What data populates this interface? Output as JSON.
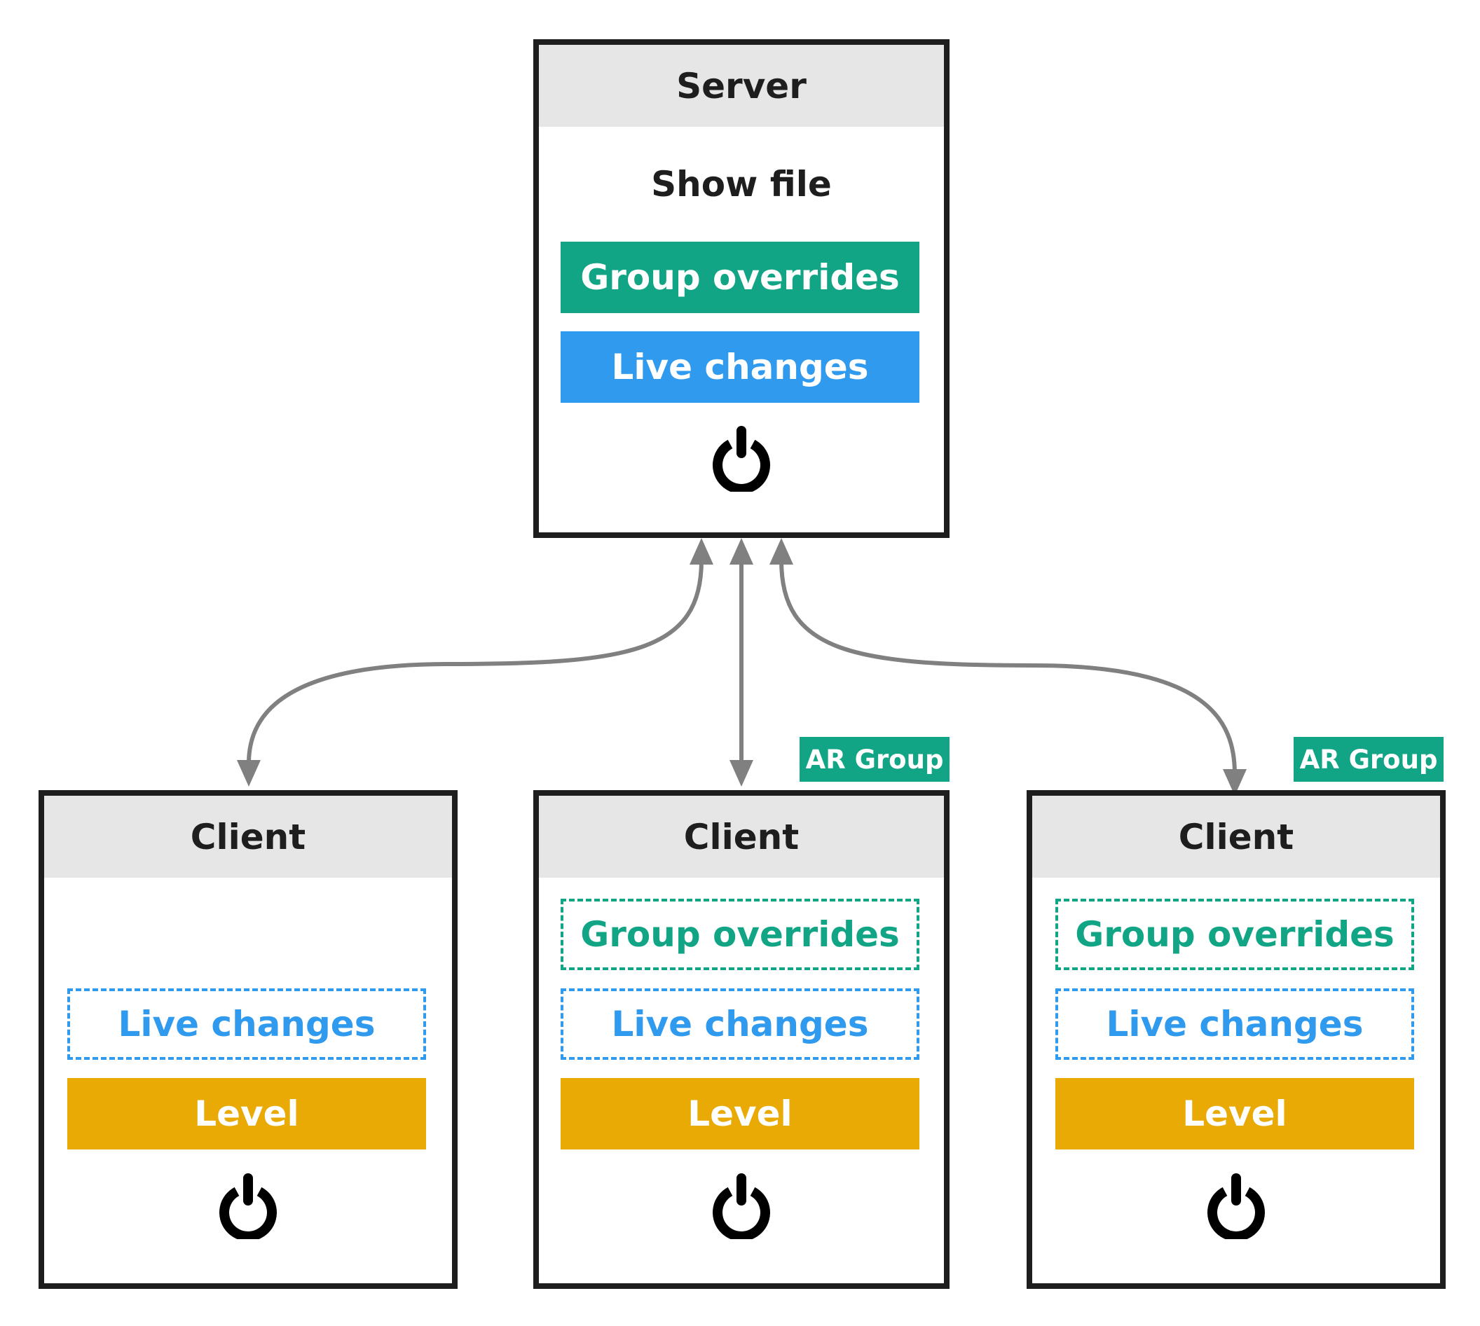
{
  "server": {
    "title": "Server",
    "show_file": "Show file",
    "group_overrides": "Group overrides",
    "live_changes": "Live changes",
    "icon": "power-icon"
  },
  "clients": [
    {
      "title": "Client",
      "live_changes": "Live changes",
      "level": "Level",
      "icon": "power-icon"
    },
    {
      "title": "Client",
      "badge": "AR Group",
      "group_overrides": "Group overrides",
      "live_changes": "Live changes",
      "level": "Level",
      "icon": "power-icon"
    },
    {
      "title": "Client",
      "badge": "AR Group",
      "group_overrides": "Group overrides",
      "live_changes": "Live changes",
      "level": "Level",
      "icon": "power-icon"
    }
  ],
  "colors": {
    "border": "#1e1e1e",
    "header": "#e6e6e6",
    "group_overrides": "#12a585",
    "live_changes": "#2f9aee",
    "level": "#e9aa05",
    "connector": "#808080"
  }
}
